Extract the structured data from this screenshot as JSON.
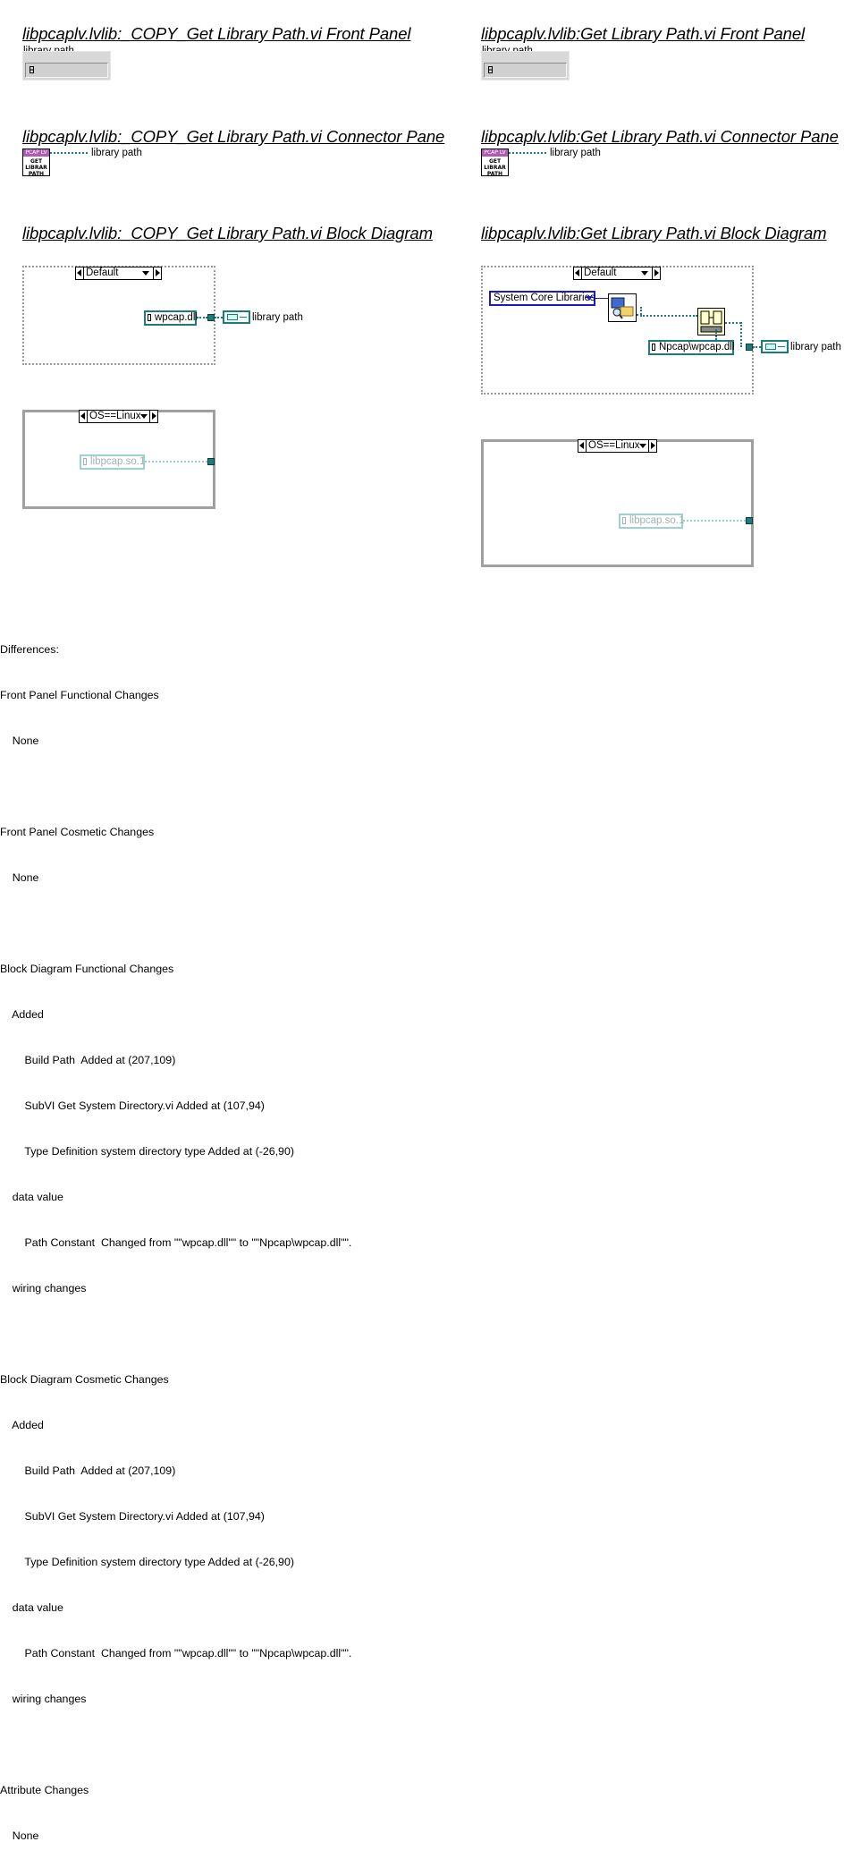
{
  "left": {
    "front_panel_title": "libpcaplv.lvlib:_COPY_Get Library Path.vi Front Panel",
    "control_label": "library path",
    "connector_title": "libpcaplv.lvlib:_COPY_Get Library Path.vi Connector Pane",
    "connector_label": "library path",
    "block_diagram_title": "libpcaplv.lvlib:_COPY_Get Library Path.vi Block Diagram",
    "case1_selector": "Default",
    "case1_path_const": "wpcap.dll",
    "indicator_label": "library path",
    "case2_selector": "OS==Linux",
    "case2_path_const": "libpcap.so.1"
  },
  "right": {
    "front_panel_title": "libpcaplv.lvlib:Get Library Path.vi Front Panel",
    "control_label": "library path",
    "connector_title": "libpcaplv.lvlib:Get Library Path.vi Connector Pane",
    "connector_label": "library path",
    "block_diagram_title": "libpcaplv.lvlib:Get Library Path.vi Block Diagram",
    "case1_selector": "Default",
    "enum_const": "System Core Libraries",
    "case1_path_const": "Npcap\\wpcap.dll",
    "indicator_label": "library path",
    "case2_selector": "OS==Linux",
    "case2_path_const": "libpcap.so.1"
  },
  "vi_icon": {
    "band_text": "PCAP LV",
    "text_line1": "GET",
    "text_line2": "LIBRAR",
    "text_line3": "PATH",
    "band_color": "#b05bb5"
  },
  "colors": {
    "path_wire": "#1f7a7a",
    "enum_border": "#1a1ac8",
    "inactive_const": "#9fd1d1"
  },
  "differences": [
    "Differences:",
    "Front Panel Functional Changes",
    "    None",
    "",
    "Front Panel Cosmetic Changes",
    "    None",
    "",
    "Block Diagram Functional Changes",
    "    Added",
    "        Build Path  Added at (207,109)",
    "        SubVI Get System Directory.vi Added at (107,94)",
    "        Type Definition system directory type Added at (-26,90)",
    "    data value",
    "        Path Constant  Changed from \"\"wpcap.dll\"\" to \"\"Npcap\\wpcap.dll\"\".",
    "    wiring changes",
    "",
    "Block Diagram Cosmetic Changes",
    "    Added",
    "        Build Path  Added at (207,109)",
    "        SubVI Get System Directory.vi Added at (107,94)",
    "        Type Definition system directory type Added at (-26,90)",
    "    data value",
    "        Path Constant  Changed from \"\"wpcap.dll\"\" to \"\"Npcap\\wpcap.dll\"\".",
    "    wiring changes",
    "",
    "Attribute Changes",
    "    None"
  ]
}
